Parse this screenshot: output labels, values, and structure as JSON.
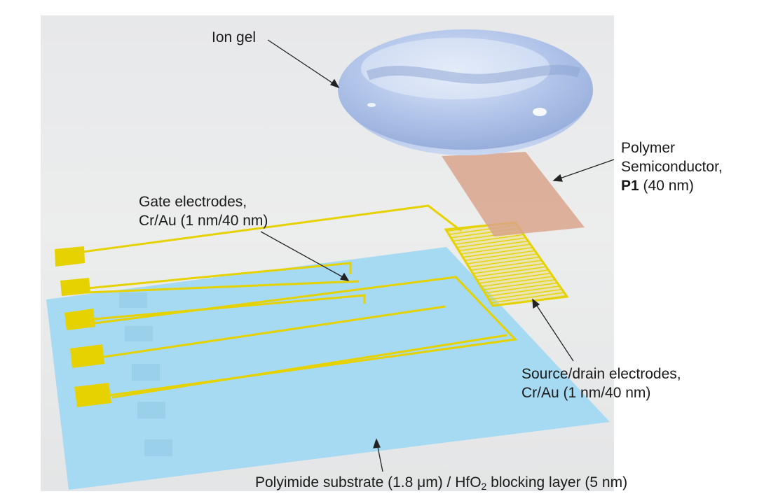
{
  "labels": {
    "ion_gel": "Ion gel",
    "polymer_line1": "Polymer",
    "polymer_line2": "Semiconductor,",
    "polymer_p1": "P1",
    "polymer_thickness": " (40 nm)",
    "gate_line1": "Gate electrodes,",
    "gate_line2": "Cr/Au (1 nm/40 nm)",
    "sd_line1": "Source/drain electrodes,",
    "sd_line2": "Cr/Au (1 nm/40 nm)",
    "substrate_part1": "Polyimide substrate (1.8 μm) / HfO",
    "substrate_subscript": "2",
    "substrate_part2": " blocking layer (5 nm)"
  },
  "colors": {
    "background_panel": "#e9eaeb",
    "ion_gel": "#a9bfe6",
    "polymer_semiconductor": "#d9a58c",
    "electrodes": "#e6d200",
    "substrate": "#a6daf2",
    "arrows": "#222222"
  }
}
